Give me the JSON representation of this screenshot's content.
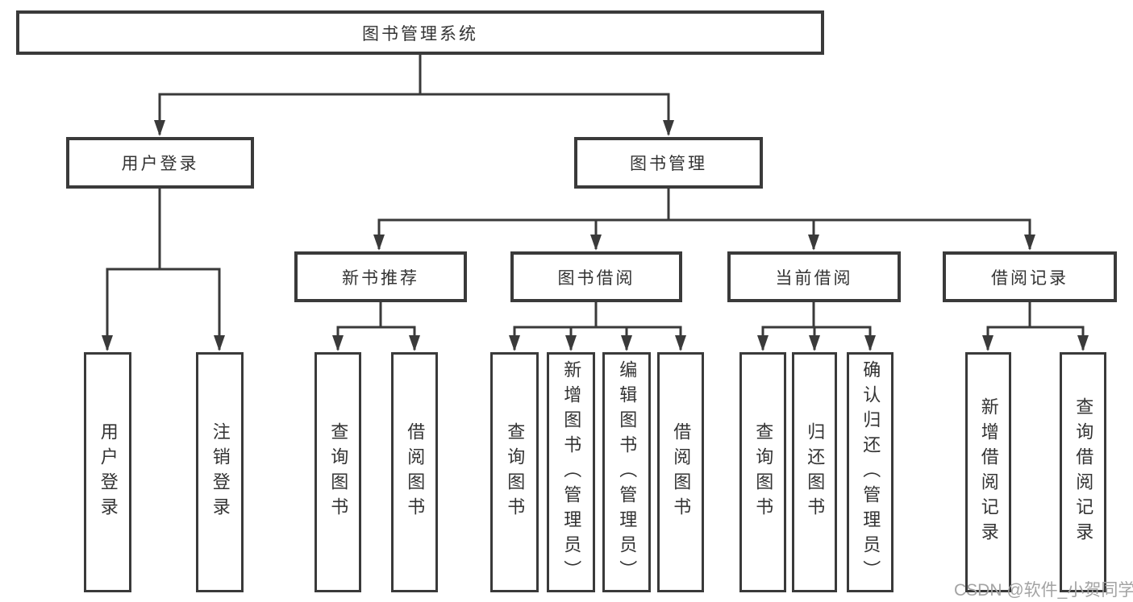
{
  "colors": {
    "line": "#3a3a3a",
    "ink": "#333333",
    "watermark": "#a3a3a3"
  },
  "tree": {
    "label": "图书管理系统",
    "children": {
      "user_login": {
        "label": "用户登录",
        "children": {
          "login": {
            "label": "用户登录"
          },
          "logout": {
            "label": "注销登录"
          }
        }
      },
      "book_management": {
        "label": "图书管理",
        "children": {
          "new_book_recommend": {
            "label": "新书推荐",
            "children": {
              "query_books": {
                "label": "查询图书"
              },
              "borrow_books": {
                "label": "借阅图书"
              }
            }
          },
          "book_borrowing": {
            "label": "图书借阅",
            "children": {
              "query_books": {
                "label": "查询图书"
              },
              "add_books_admin": {
                "label": "新增图书（管理员）"
              },
              "edit_books_admin": {
                "label": "编辑图书（管理员）"
              },
              "borrow_books": {
                "label": "借阅图书"
              }
            }
          },
          "current_borrowing": {
            "label": "当前借阅",
            "children": {
              "query_books": {
                "label": "查询图书"
              },
              "return_books": {
                "label": "归还图书"
              },
              "confirm_return_admin": {
                "label": "确认归还（管理员）"
              }
            }
          },
          "borrowing_records": {
            "label": "借阅记录",
            "children": {
              "add_record": {
                "label": "新增借阅记录"
              },
              "query_record": {
                "label": "查询借阅记录"
              }
            }
          }
        }
      }
    }
  },
  "watermark": {
    "text": "CSDN @软件_小贺同学"
  }
}
